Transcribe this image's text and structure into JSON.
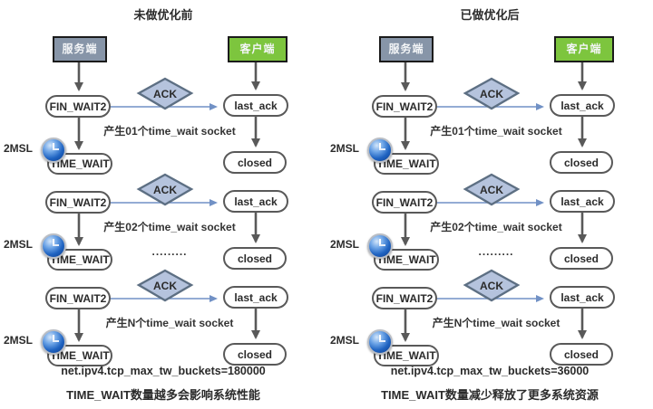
{
  "colors": {
    "actor_server_bg": "#8795a8",
    "actor_client_bg": "#7dc53e",
    "actor_border": "#1b1b1b",
    "state_border": "#595959",
    "diamond_bg": "#b5c3dd",
    "diamond_border": "#5d6f83",
    "arrow_gray": "#595959",
    "arrow_blue": "#7191c5",
    "clock_blue": "#1f63c1",
    "text": "#2b2b2b"
  },
  "columns": [
    {
      "title": "未做优化前",
      "server_label": "服务端",
      "client_label": "客户端",
      "blocks": [
        {
          "left_state": "FIN_WAIT2",
          "signal": "ACK",
          "right_state": "last_ack",
          "caption": "产生01个time_wait socket",
          "timer_label": "2MSL",
          "wait_state": "TIME_WAIT",
          "closed_state": "closed",
          "dots": ""
        },
        {
          "left_state": "FIN_WAIT2",
          "signal": "ACK",
          "right_state": "last_ack",
          "caption": "产生02个time_wait socket",
          "timer_label": "2MSL",
          "wait_state": "TIME_WAIT",
          "closed_state": "closed",
          "dots": "........."
        },
        {
          "left_state": "FIN_WAIT2",
          "signal": "ACK",
          "right_state": "last_ack",
          "caption": "产生N个time_wait socket",
          "timer_label": "2MSL",
          "wait_state": "TIME_WAIT",
          "closed_state": "closed",
          "dots": ""
        }
      ],
      "sysctl": "net.ipv4.tcp_max_tw_buckets=180000",
      "conclusion": "TIME_WAIT数量越多会影响系统性能"
    },
    {
      "title": "已做优化后",
      "server_label": "服务端",
      "client_label": "客户端",
      "blocks": [
        {
          "left_state": "FIN_WAIT2",
          "signal": "ACK",
          "right_state": "last_ack",
          "caption": "产生01个time_wait socket",
          "timer_label": "2MSL",
          "wait_state": "TIME_WAIT",
          "closed_state": "closed",
          "dots": ""
        },
        {
          "left_state": "FIN_WAIT2",
          "signal": "ACK",
          "right_state": "last_ack",
          "caption": "产生02个time_wait socket",
          "timer_label": "2MSL",
          "wait_state": "TIME_WAIT",
          "closed_state": "closed",
          "dots": "........."
        },
        {
          "left_state": "FIN_WAIT2",
          "signal": "ACK",
          "right_state": "last_ack",
          "caption": "产生N个time_wait socket",
          "timer_label": "2MSL",
          "wait_state": "TIME_WAIT",
          "closed_state": "closed",
          "dots": ""
        }
      ],
      "sysctl": "net.ipv4.tcp_max_tw_buckets=36000",
      "conclusion": "TIME_WAIT数量减少释放了更多系统资源"
    }
  ]
}
